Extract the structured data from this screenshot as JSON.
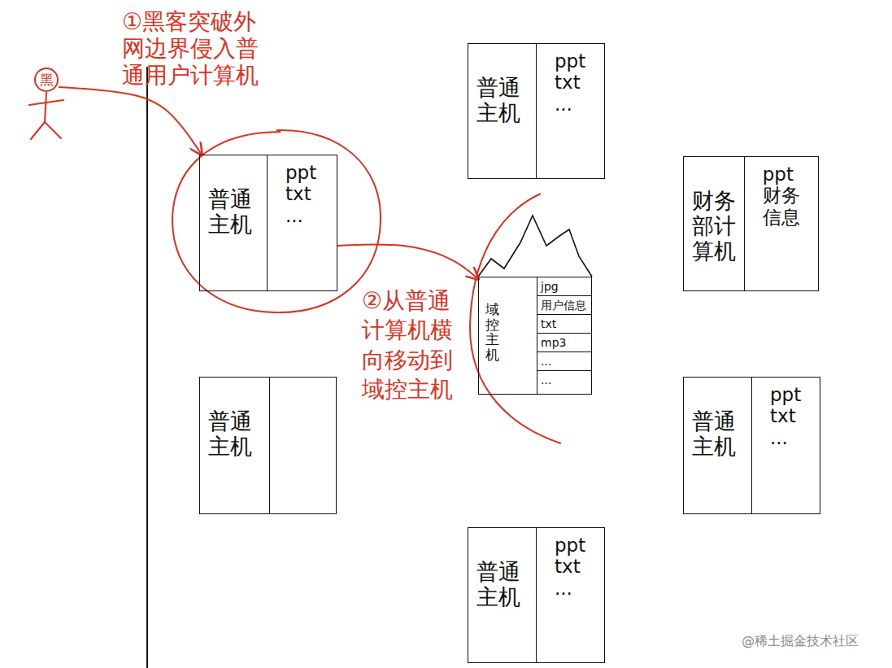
{
  "diagram": {
    "nodes": [
      {
        "text": [
          "黑"
        ]
      },
      {
        "text": [
          "普通主机",
          "ppt",
          "txt",
          "..."
        ]
      },
      {
        "text": [
          "普通主机",
          "ppt",
          "txt",
          "..."
        ]
      },
      {
        "text": [
          "财务部计算机",
          "ppt",
          "财务信息"
        ]
      },
      {
        "text": [
          "域控主机",
          "jpg",
          "用户信息",
          "txt",
          "mp3",
          "...",
          "..."
        ]
      },
      {
        "text": [
          "普通主机"
        ]
      },
      {
        "text": [
          "普通主机",
          "ppt",
          "txt",
          "..."
        ]
      },
      {
        "text": [
          "普通主机",
          "ppt",
          "txt",
          "..."
        ]
      }
    ],
    "edges": [
      {
        "from": 0,
        "to": 1,
        "arrow": "to"
      },
      {
        "from": 1,
        "to": 4,
        "arrow": "to"
      }
    ],
    "labels": [
      "①黑客突破外网边界侵入普通用户计算机",
      "②从普通计算机横向移动到域控主机",
      "@稀土掘金技术社区"
    ]
  }
}
